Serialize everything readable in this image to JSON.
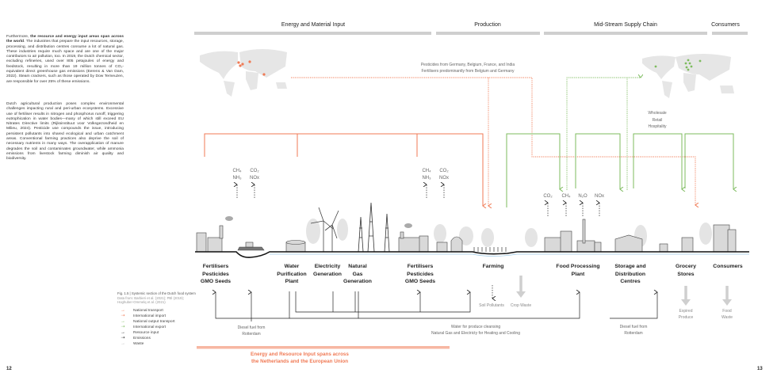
{
  "text": {
    "paragraph1_bold": "the resource and energy input areas span across the world",
    "paragraph1_pre": "Furthermore, ",
    "paragraph1_post": ". The industries that prepare the input resources, storage, processing, and distribution centres consume a lot of natural gas. These industries require much space and are one of the major contributors to air pollution, too. In 2019, the Dutch chemical sector, excluding refineries, used over 805 petajoules of energy and feedstock, resulting in more than 19 million tonnes of CO₂-equivalent direct greenhouse gas emissions (Eerens & Van Dam, 2022). Steam crackers, such as those operated by Dow Terneuzen, are responsible for over 25% of these emissions.",
    "paragraph2": "Dutch agricultural production poses complex environmental challenges impacting rural and peri-urban ecosystems. Excessive use of fertiliser results in nitrogen and phosphorus runoff, triggering eutrophication in water bodies—many of which still exceed EU Nitrates Directive limits (Rijksinstituut voor Volksgezondheid en Milieu, 2024). Pesticide use compounds the issue, introducing persistent pollutants into shared ecological and urban catchment areas. Conventional farming practices also deprive the soil of necessary nutrients in many ways. The overapplication of manure degrades the soil and contaminates groundwater, while ammonia emissions from livestock farming diminish air quality and biodiversity."
  },
  "headers": [
    "Energy and Material Input",
    "Production",
    "Mid-Stream Supply Chain",
    "Consumers"
  ],
  "import_note": [
    "Pesticides from Germany, Belgium, France, and India",
    "Fertilisers predominantly from Belgium and Germany"
  ],
  "export_note": [
    "Wholesale",
    "Retail",
    "Hospitality"
  ],
  "emissions": {
    "group1": [
      "CH₄",
      "CO₂",
      "NH₃",
      "NOx"
    ],
    "group2": [
      "CH₄",
      "CO₂",
      "NH₃",
      "NOx"
    ],
    "group3": [
      "CO₂",
      "CH₄",
      "N₂O",
      "NOx"
    ]
  },
  "stages": {
    "fertilisers1": [
      "Fertilisers",
      "Pesticides",
      "GMO Seeds"
    ],
    "water": [
      "Water",
      "Purification",
      "Plant"
    ],
    "electricity": [
      "Electricity",
      "Generation"
    ],
    "gas": [
      "Natural",
      "Gas",
      "Generation"
    ],
    "fertilisers2": [
      "Fertilisers",
      "Pesticides",
      "GMO Seeds"
    ],
    "farming": "Farming",
    "processing": [
      "Food Processing",
      "Plant"
    ],
    "storage": [
      "Storage and",
      "Distribution",
      "Centres"
    ],
    "grocery": [
      "Grocery",
      "Stores"
    ],
    "consumers": "Consumers"
  },
  "notes": {
    "diesel1": [
      "Diesel fuel from",
      "Rotterdam"
    ],
    "water_gas": [
      "Water for produce cleansing",
      "Natural Gas and Electricty for Heating and Cooling"
    ],
    "diesel2": [
      "Diesel fuel from",
      "Rotterdam"
    ],
    "soil": "Soil Pollutants",
    "crop": "Crop Waste",
    "expired": [
      "Expired",
      "Produce"
    ],
    "food_waste": [
      "Food",
      "Waste"
    ]
  },
  "legend": {
    "caption": [
      "Fig. 1.5 | Systemic section of the Dutch food system",
      "Data from: Barbieri et al. (2021); PBl (2019);",
      "Hoghuber-Ommelq et al. (2021)"
    ],
    "items": [
      {
        "label": "National transport",
        "symbol": "→",
        "color": "#f07a55"
      },
      {
        "label": "International import",
        "symbol": "⇢",
        "color": "#f07a55"
      },
      {
        "label": "National output transport",
        "symbol": "→",
        "color": "#7dbb5e"
      },
      {
        "label": "International export",
        "symbol": "⇢",
        "color": "#7dbb5e"
      },
      {
        "label": "Resource input",
        "symbol": "→",
        "color": "#222222"
      },
      {
        "label": "Emissions",
        "symbol": "⇢",
        "color": "#222222"
      },
      {
        "label": "Waste",
        "symbol": "→",
        "color": "#bbbbbb"
      }
    ]
  },
  "bottom_note": [
    "Energy and Resource Input spans across",
    "the Netherlands and the European Union"
  ],
  "pages": {
    "left": "12",
    "right": "13"
  },
  "colors": {
    "orange": "#f07a55",
    "green": "#7dbb5e",
    "grey": "#cfcfcf",
    "water": "#9cc9e6"
  }
}
